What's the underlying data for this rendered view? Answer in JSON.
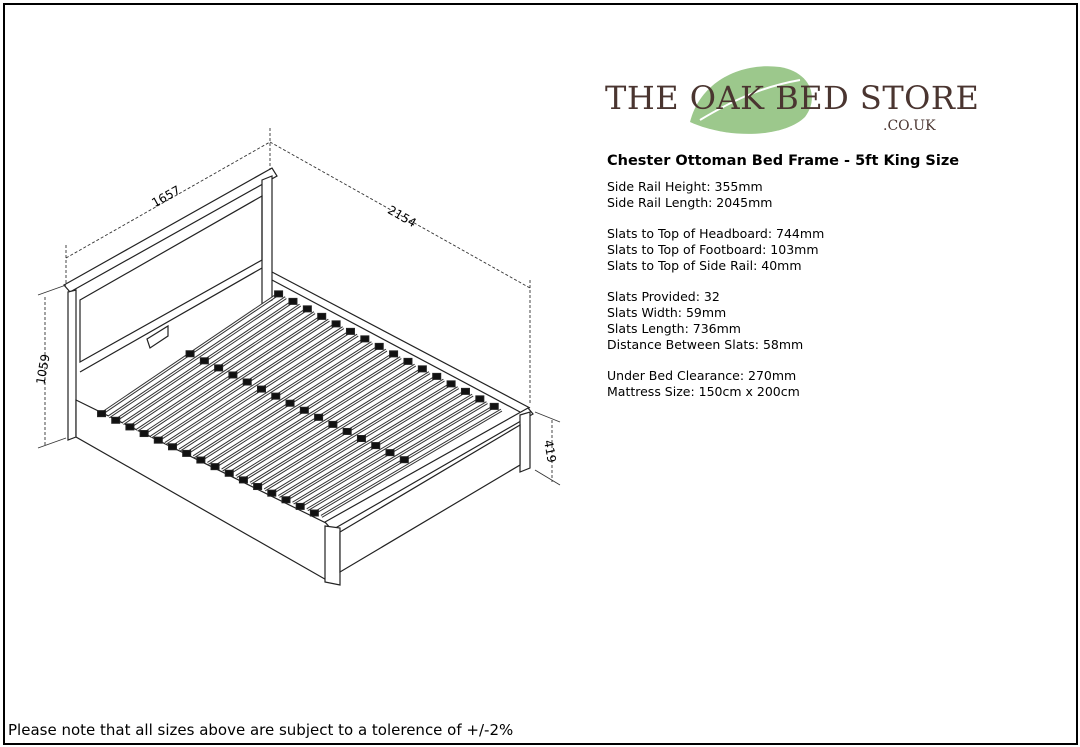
{
  "logo": {
    "name": "THE OAK BED STORE",
    "domain": ".CO.UK",
    "leaf_color": "#9cc88c",
    "text_color": "#4a3530"
  },
  "product_title": "Chester Ottoman Bed Frame - 5ft King Size",
  "spec_groups": [
    [
      "Side Rail Height: 355mm",
      "Side Rail Length: 2045mm"
    ],
    [
      "Slats to Top of Headboard: 744mm",
      "Slats to Top of Footboard: 103mm",
      "Slats to Top of Side Rail: 40mm"
    ],
    [
      "Slats Provided: 32",
      "Slats Width: 59mm",
      "Slats Length: 736mm",
      "Distance Between Slats: 58mm"
    ],
    [
      "Under Bed Clearance: 270mm",
      "Mattress Size: 150cm x 200cm"
    ]
  ],
  "dimensions": {
    "width": "1657",
    "length": "2154",
    "headboard_height": "1059",
    "footboard_height": "419"
  },
  "slat_count": 32,
  "footer": "Please note that all sizes above are subject to a tolerence of +/-2%"
}
